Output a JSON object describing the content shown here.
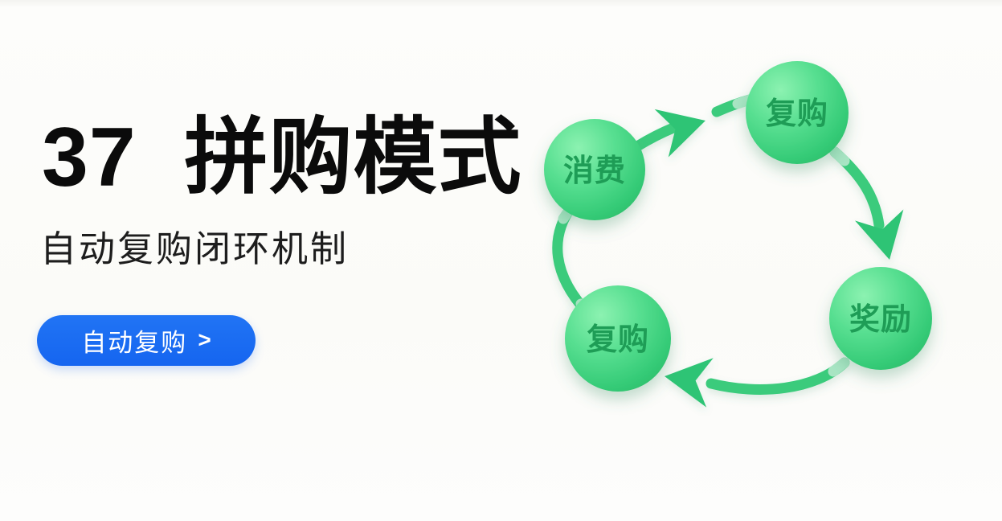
{
  "banner": {
    "title": "37  拼购模式",
    "subtitle": "自动复购闭环机制",
    "cta": {
      "label": "自动复购",
      "chevron": ">"
    }
  },
  "diagram": {
    "type": "cycle",
    "nodes": [
      {
        "id": "consume",
        "label": "消费",
        "position": "upper-left"
      },
      {
        "id": "repurchase-top",
        "label": "复购",
        "position": "top"
      },
      {
        "id": "reward",
        "label": "奖励",
        "position": "right"
      },
      {
        "id": "repurchase-bottom",
        "label": "复购",
        "position": "bottom-left"
      }
    ],
    "flow": [
      "消费 → 复购",
      "复购 → 奖励",
      "奖励 → 复购"
    ]
  },
  "colors": {
    "background": "#fbfbf8",
    "title_text": "#0b0b0b",
    "subtitle_text": "#1d1d1d",
    "button_blue": "#1565f0",
    "button_text": "#ffffff",
    "sphere_green_light": "#8cf2b1",
    "sphere_green_mid": "#58df91",
    "sphere_green_dark": "#2abd69",
    "sphere_label_green": "#1e9d56",
    "arc_green": "#3acb7c",
    "arc_pale_mint": "#a9e5c4"
  }
}
